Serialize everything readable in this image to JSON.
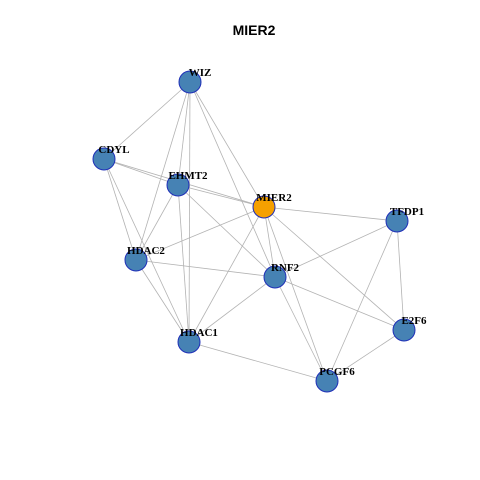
{
  "title": "MIER2",
  "colors": {
    "default_node": "#4682b4",
    "focus_node": "#f5a000",
    "node_border": "#1f2fb8",
    "edge": "#b3b3b3"
  },
  "nodes": [
    {
      "id": "WIZ",
      "label": "WIZ",
      "focus": false
    },
    {
      "id": "CDYL",
      "label": "CDYL",
      "focus": false
    },
    {
      "id": "EHMT2",
      "label": "EHMT2",
      "focus": false
    },
    {
      "id": "MIER2",
      "label": "MIER2",
      "focus": true
    },
    {
      "id": "TFDP1",
      "label": "TFDP1",
      "focus": false
    },
    {
      "id": "HDAC2",
      "label": "HDAC2",
      "focus": false
    },
    {
      "id": "RNF2",
      "label": "RNF2",
      "focus": false
    },
    {
      "id": "E2F6",
      "label": "E2F6",
      "focus": false
    },
    {
      "id": "HDAC1",
      "label": "HDAC1",
      "focus": false
    },
    {
      "id": "PCGF6",
      "label": "PCGF6",
      "focus": false
    }
  ],
  "edges": [
    [
      "WIZ",
      "CDYL"
    ],
    [
      "WIZ",
      "EHMT2"
    ],
    [
      "WIZ",
      "MIER2"
    ],
    [
      "WIZ",
      "HDAC2"
    ],
    [
      "WIZ",
      "HDAC1"
    ],
    [
      "WIZ",
      "RNF2"
    ],
    [
      "CDYL",
      "EHMT2"
    ],
    [
      "CDYL",
      "MIER2"
    ],
    [
      "CDYL",
      "HDAC2"
    ],
    [
      "CDYL",
      "HDAC1"
    ],
    [
      "EHMT2",
      "MIER2"
    ],
    [
      "EHMT2",
      "HDAC2"
    ],
    [
      "EHMT2",
      "HDAC1"
    ],
    [
      "EHMT2",
      "RNF2"
    ],
    [
      "MIER2",
      "TFDP1"
    ],
    [
      "MIER2",
      "HDAC2"
    ],
    [
      "MIER2",
      "RNF2"
    ],
    [
      "MIER2",
      "E2F6"
    ],
    [
      "MIER2",
      "HDAC1"
    ],
    [
      "MIER2",
      "PCGF6"
    ],
    [
      "HDAC2",
      "RNF2"
    ],
    [
      "HDAC2",
      "HDAC1"
    ],
    [
      "TFDP1",
      "RNF2"
    ],
    [
      "TFDP1",
      "E2F6"
    ],
    [
      "TFDP1",
      "PCGF6"
    ],
    [
      "RNF2",
      "E2F6"
    ],
    [
      "RNF2",
      "HDAC1"
    ],
    [
      "RNF2",
      "PCGF6"
    ],
    [
      "E2F6",
      "PCGF6"
    ],
    [
      "HDAC1",
      "PCGF6"
    ]
  ]
}
